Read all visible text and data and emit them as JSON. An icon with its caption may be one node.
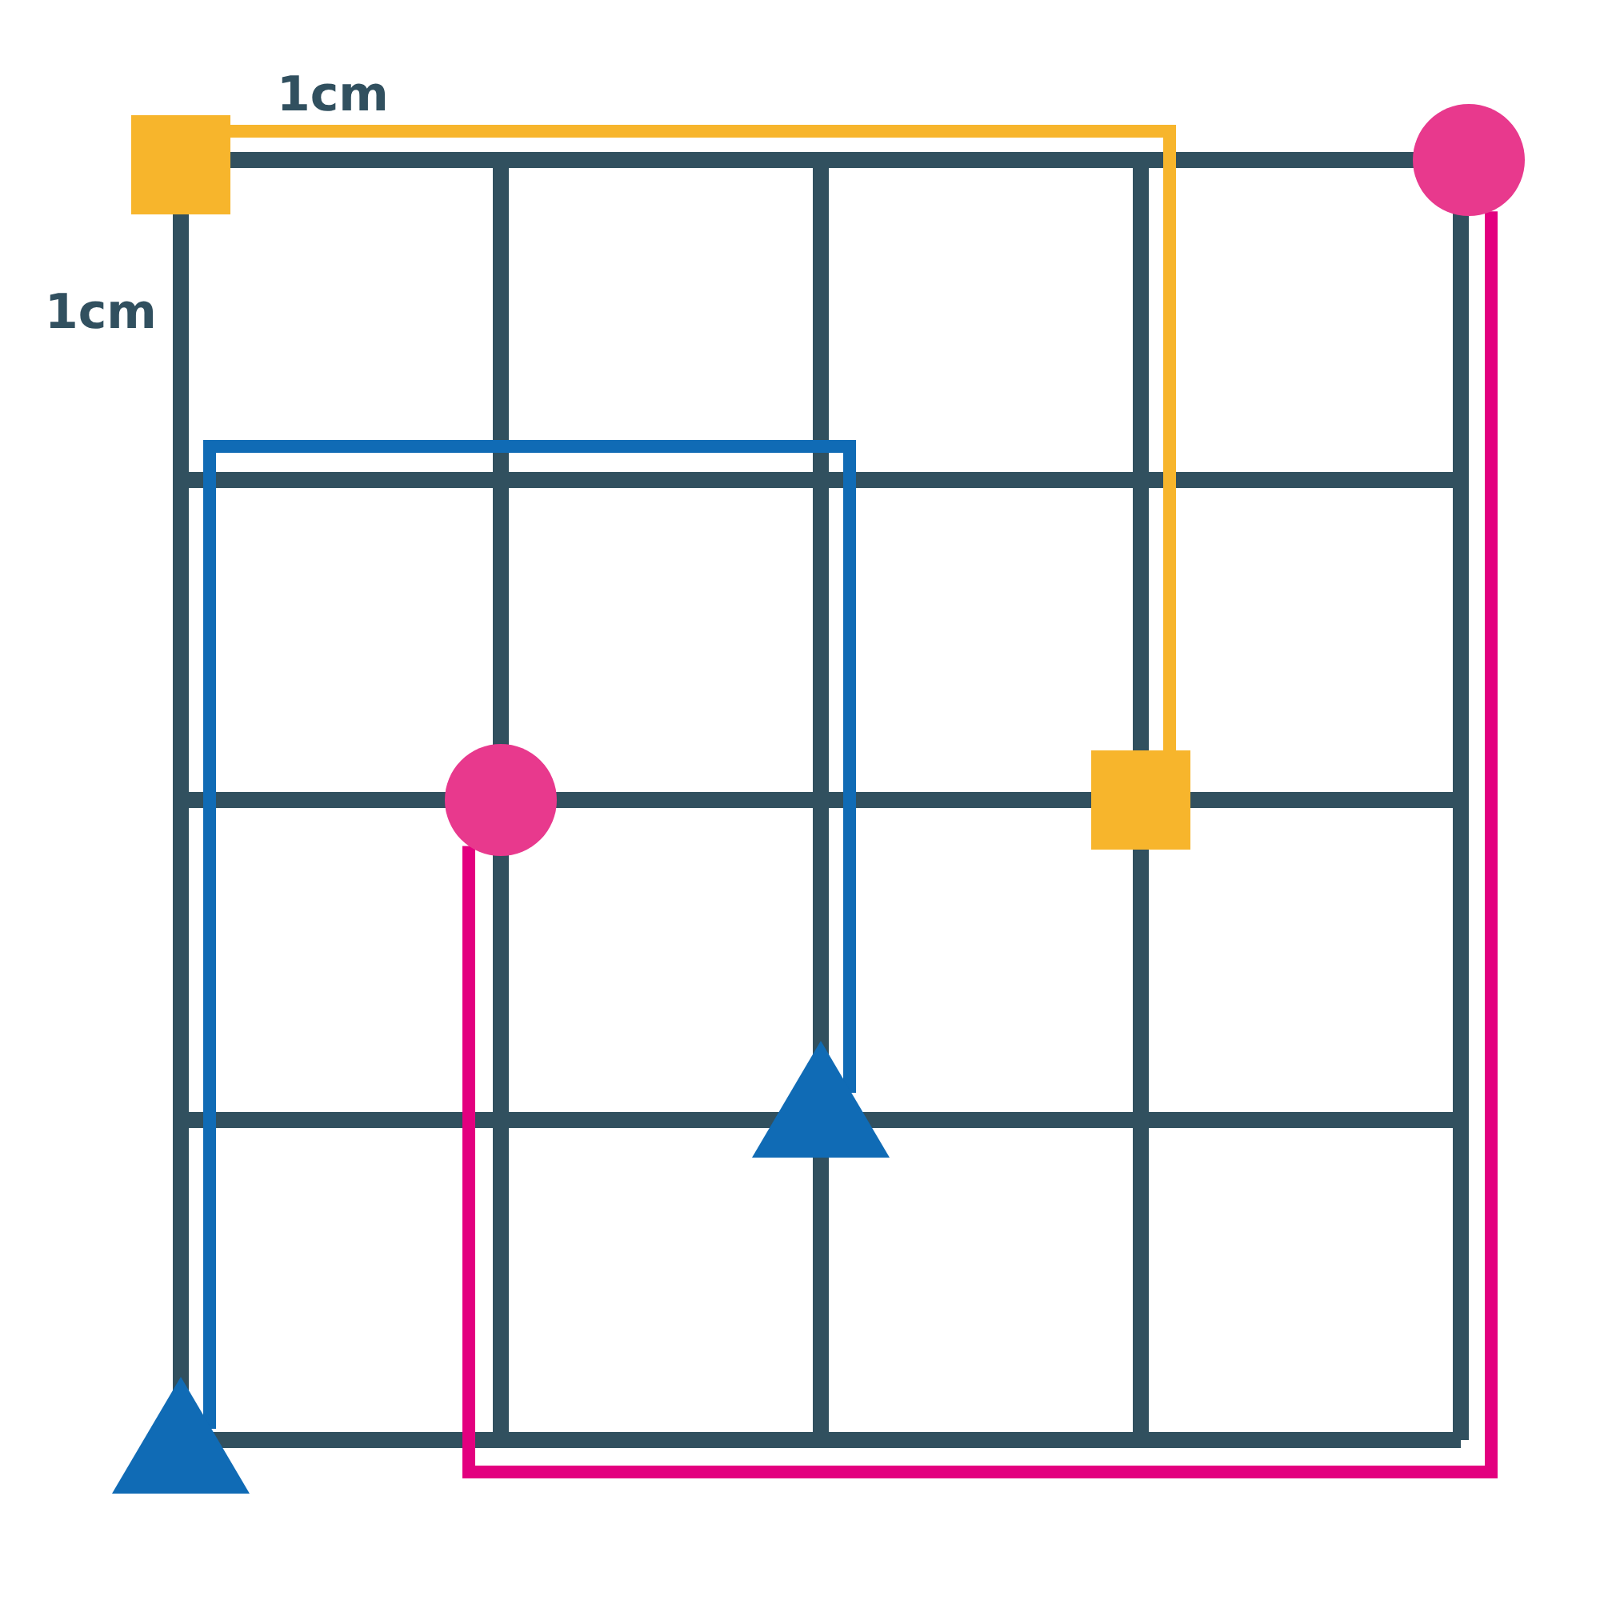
{
  "diagram": {
    "nodes": [
      {
        "text": [],
        "shape": "box"
      },
      {
        "text": [],
        "shape": "circle"
      },
      {
        "text": [],
        "shape": "circle"
      },
      {
        "text": [],
        "shape": "box"
      },
      {
        "text": [],
        "shape": "triangle"
      },
      {
        "text": [],
        "shape": "triangle"
      }
    ],
    "edges": [
      {
        "from": 0,
        "to": 3,
        "arrow": "none",
        "color": "#f7b52c"
      },
      {
        "from": 1,
        "to": 2,
        "arrow": "none",
        "color": "#e3007f"
      },
      {
        "from": 5,
        "to": 4,
        "arrow": "none",
        "color": "#106bb5"
      }
    ],
    "labels": [
      "1cm",
      "1cm"
    ]
  }
}
